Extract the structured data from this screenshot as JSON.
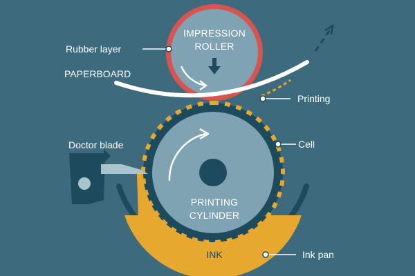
{
  "colors": {
    "background": "#3d6b7d",
    "roller_fill": "#7fa3b3",
    "roller_rim": "#d9534f",
    "dark": "#1d4a5c",
    "ink": "#e6a82f",
    "paper": "#ffffff",
    "blade": "#a9c3cf"
  },
  "labels": {
    "impression_roller_line1": "IMPRESSION",
    "impression_roller_line2": "ROLLER",
    "rubber_layer": "Rubber layer",
    "paperboard": "PAPERBOARD",
    "printing": "Printing",
    "doctor_blade": "Doctor blade",
    "cell": "Cell",
    "printing_cylinder_line1": "PRINTING",
    "printing_cylinder_line2": "CYLINDER",
    "ink": "INK",
    "ink_pan": "Ink pan"
  },
  "icons": [
    "arrow-down-icon",
    "rotation-arrow-icon",
    "paper-direction-arrow-icon"
  ]
}
